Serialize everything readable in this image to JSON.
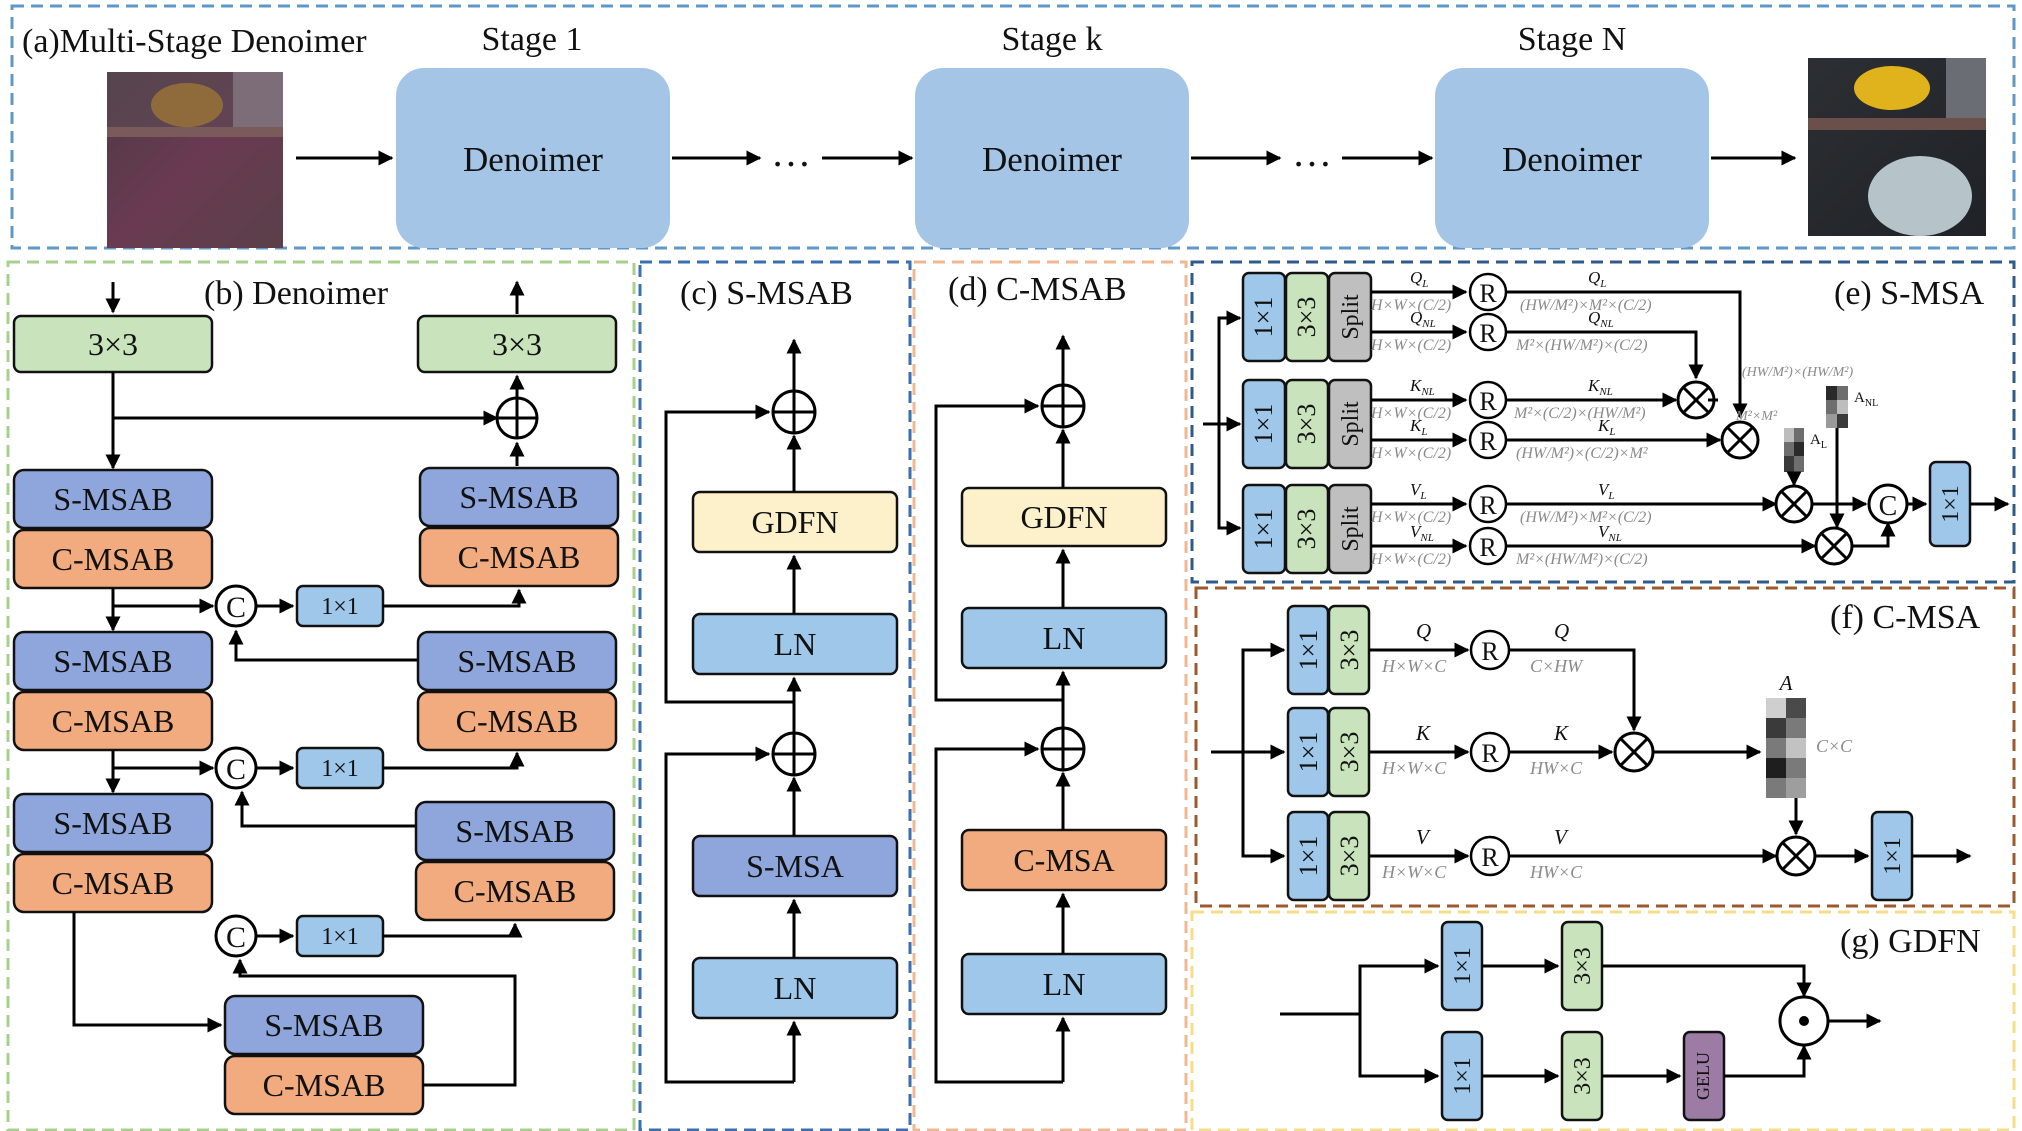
{
  "panel_a": {
    "title": "(a)Multi-Stage Denoimer",
    "stages": [
      {
        "label": "Stage 1",
        "block": "Denoimer"
      },
      {
        "label": "Stage k",
        "block": "Denoimer"
      },
      {
        "label": "Stage N",
        "block": "Denoimer"
      }
    ],
    "ellipsis": "…"
  },
  "panel_b": {
    "title": "(b) Denoimer",
    "conv3": "3×3",
    "conv1": "1×1",
    "smsab": "S-MSAB",
    "cmsab": "C-MSAB",
    "concat": "C"
  },
  "panel_c": {
    "title": "(c) S-MSAB",
    "gdfn": "GDFN",
    "ln": "LN",
    "attn": "S-MSA"
  },
  "panel_d": {
    "title": "(d) C-MSAB",
    "gdfn": "GDFN",
    "ln": "LN",
    "attn": "C-MSA"
  },
  "panel_e": {
    "title": "(e) S-MSA",
    "conv1": "1×1",
    "conv3": "3×3",
    "split": "Split",
    "reshape": "R",
    "concat": "C",
    "q_l": "Q",
    "q_l_sub": "L",
    "q_nl": "Q",
    "q_nl_sub": "NL",
    "k_nl": "K",
    "k_nl_sub": "NL",
    "k_l": "K",
    "k_l_sub": "L",
    "v_l": "V",
    "v_l_sub": "L",
    "v_nl": "V",
    "v_nl_sub": "NL",
    "shape_in": "H×W×(C/2)",
    "shape_q_l": "(HW/M²)×M²×(C/2)",
    "shape_q_nl": "M²×(HW/M²)×(C/2)",
    "shape_k_nl": "M²×(C/2)×(HW/M²)",
    "shape_k_l": "(HW/M²)×(C/2)×M²",
    "shape_v_l": "(HW/M²)×M²×(C/2)",
    "shape_v_nl": "M²×(HW/M²)×(C/2)",
    "attn_nl_shape": "(HW/M²)×(HW/M²)",
    "attn_l_shape": "M²×M²",
    "a_nl": "A",
    "a_nl_sub": "NL",
    "a_l": "A",
    "a_l_sub": "L"
  },
  "panel_f": {
    "title": "(f) C-MSA",
    "conv1": "1×1",
    "conv3": "3×3",
    "reshape": "R",
    "q": "Q",
    "k": "K",
    "v": "V",
    "a": "A",
    "shape_in": "H×W×C",
    "shape_q": "C×HW",
    "shape_kv": "HW×C",
    "attn_shape": "C×C"
  },
  "panel_g": {
    "title": "(g) GDFN",
    "conv1": "1×1",
    "conv3": "3×3",
    "gelu": "GELU"
  },
  "colors": {
    "denoimer": "#a4c5e6",
    "conv_green": "#c9e3bc",
    "smsab": "#8ea6dc",
    "cmsab": "#f1ab7f",
    "conv_blue": "#9fc7ea",
    "gdfn": "#fdf1cc",
    "split": "#bfbfbf",
    "gelu": "#9c7ba4",
    "border_a": "#5f98c6",
    "border_b": "#a7d08d",
    "border_c": "#3b6fb0",
    "border_d": "#f0b890",
    "border_e": "#2f5b8c",
    "border_f": "#9c5a2c",
    "border_g": "#f5dd8a"
  }
}
